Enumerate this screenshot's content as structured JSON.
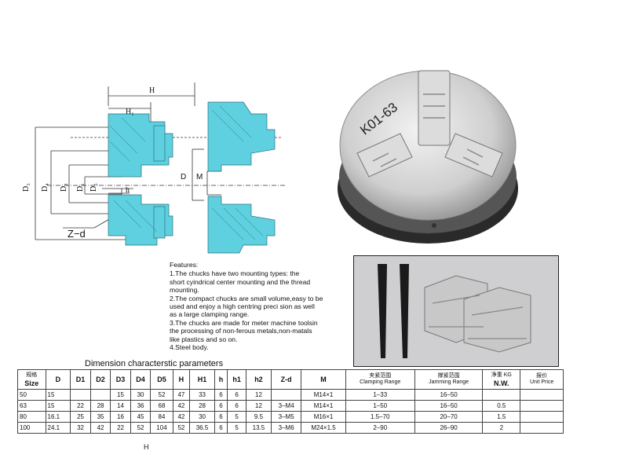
{
  "drawing": {
    "labels": {
      "H": "H",
      "H1": "H₁",
      "D3": "D₃",
      "D4": "D₄",
      "D2": "D₂",
      "D1": "D₁",
      "D5": "D₅",
      "h": "h",
      "Zd": "Z−d",
      "D": "D",
      "M": "M"
    },
    "colors": {
      "section": "#5fd0e0",
      "line": "#333333"
    }
  },
  "photo": {
    "chuck_label": "K01-63"
  },
  "features": {
    "title": "Features:",
    "items": [
      "1.The chucks have two mounting types: the\nshort cyindrical center mounting and the thread\nmounting.",
      "2.The compact chucks are small volume,easy to be\nused and enjoy a high centring preci sion as well\nas a large clamping range.",
      "3.The chucks are made for meter machine toolsin\nthe processing of non-ferous metals,non-matals\nlike plastics and so on.",
      "4.Steel body."
    ]
  },
  "table": {
    "caption": "Dimension characterstic parameters",
    "headers": [
      {
        "cn": "规格",
        "en": "Size"
      },
      {
        "en": "D"
      },
      {
        "en": "D1"
      },
      {
        "en": "D2"
      },
      {
        "en": "D3"
      },
      {
        "en": "D4"
      },
      {
        "en": "D5"
      },
      {
        "en": "H"
      },
      {
        "en": "H1"
      },
      {
        "en": "h"
      },
      {
        "en": "h1"
      },
      {
        "en": "h2"
      },
      {
        "en": "Z-d"
      },
      {
        "en": "M"
      },
      {
        "cn": "夹紧范围",
        "en": "Clamping Range"
      },
      {
        "cn": "撑紧范围",
        "en": "Jamming Range"
      },
      {
        "cn": "净重 KG",
        "en": "N.W."
      },
      {
        "cn": "报价",
        "en": "Unit Price"
      }
    ],
    "rows": [
      [
        "50",
        "15",
        "",
        "",
        "15",
        "30",
        "52",
        "47",
        "33",
        "6",
        "6",
        "12",
        "",
        "M14×1",
        "1–33",
        "16–50",
        "",
        ""
      ],
      [
        "63",
        "15",
        "22",
        "28",
        "14",
        "36",
        "68",
        "42",
        "28",
        "6",
        "6",
        "12",
        "3–M4",
        "M14×1",
        "1–50",
        "16–50",
        "0.5",
        ""
      ],
      [
        "80",
        "16.1",
        "25",
        "35",
        "16",
        "45",
        "84",
        "42",
        "30",
        "6",
        "5",
        "9.5",
        "3–M5",
        "M16×1",
        "1.5–70",
        "20–70",
        "1.5",
        ""
      ],
      [
        "100",
        "24.1",
        "32",
        "42",
        "22",
        "52",
        "104",
        "52",
        "36.5",
        "6",
        "5",
        "13.5",
        "3–M6",
        "M24×1.5",
        "2–90",
        "26–90",
        "2",
        ""
      ]
    ]
  },
  "footer_label": "H"
}
